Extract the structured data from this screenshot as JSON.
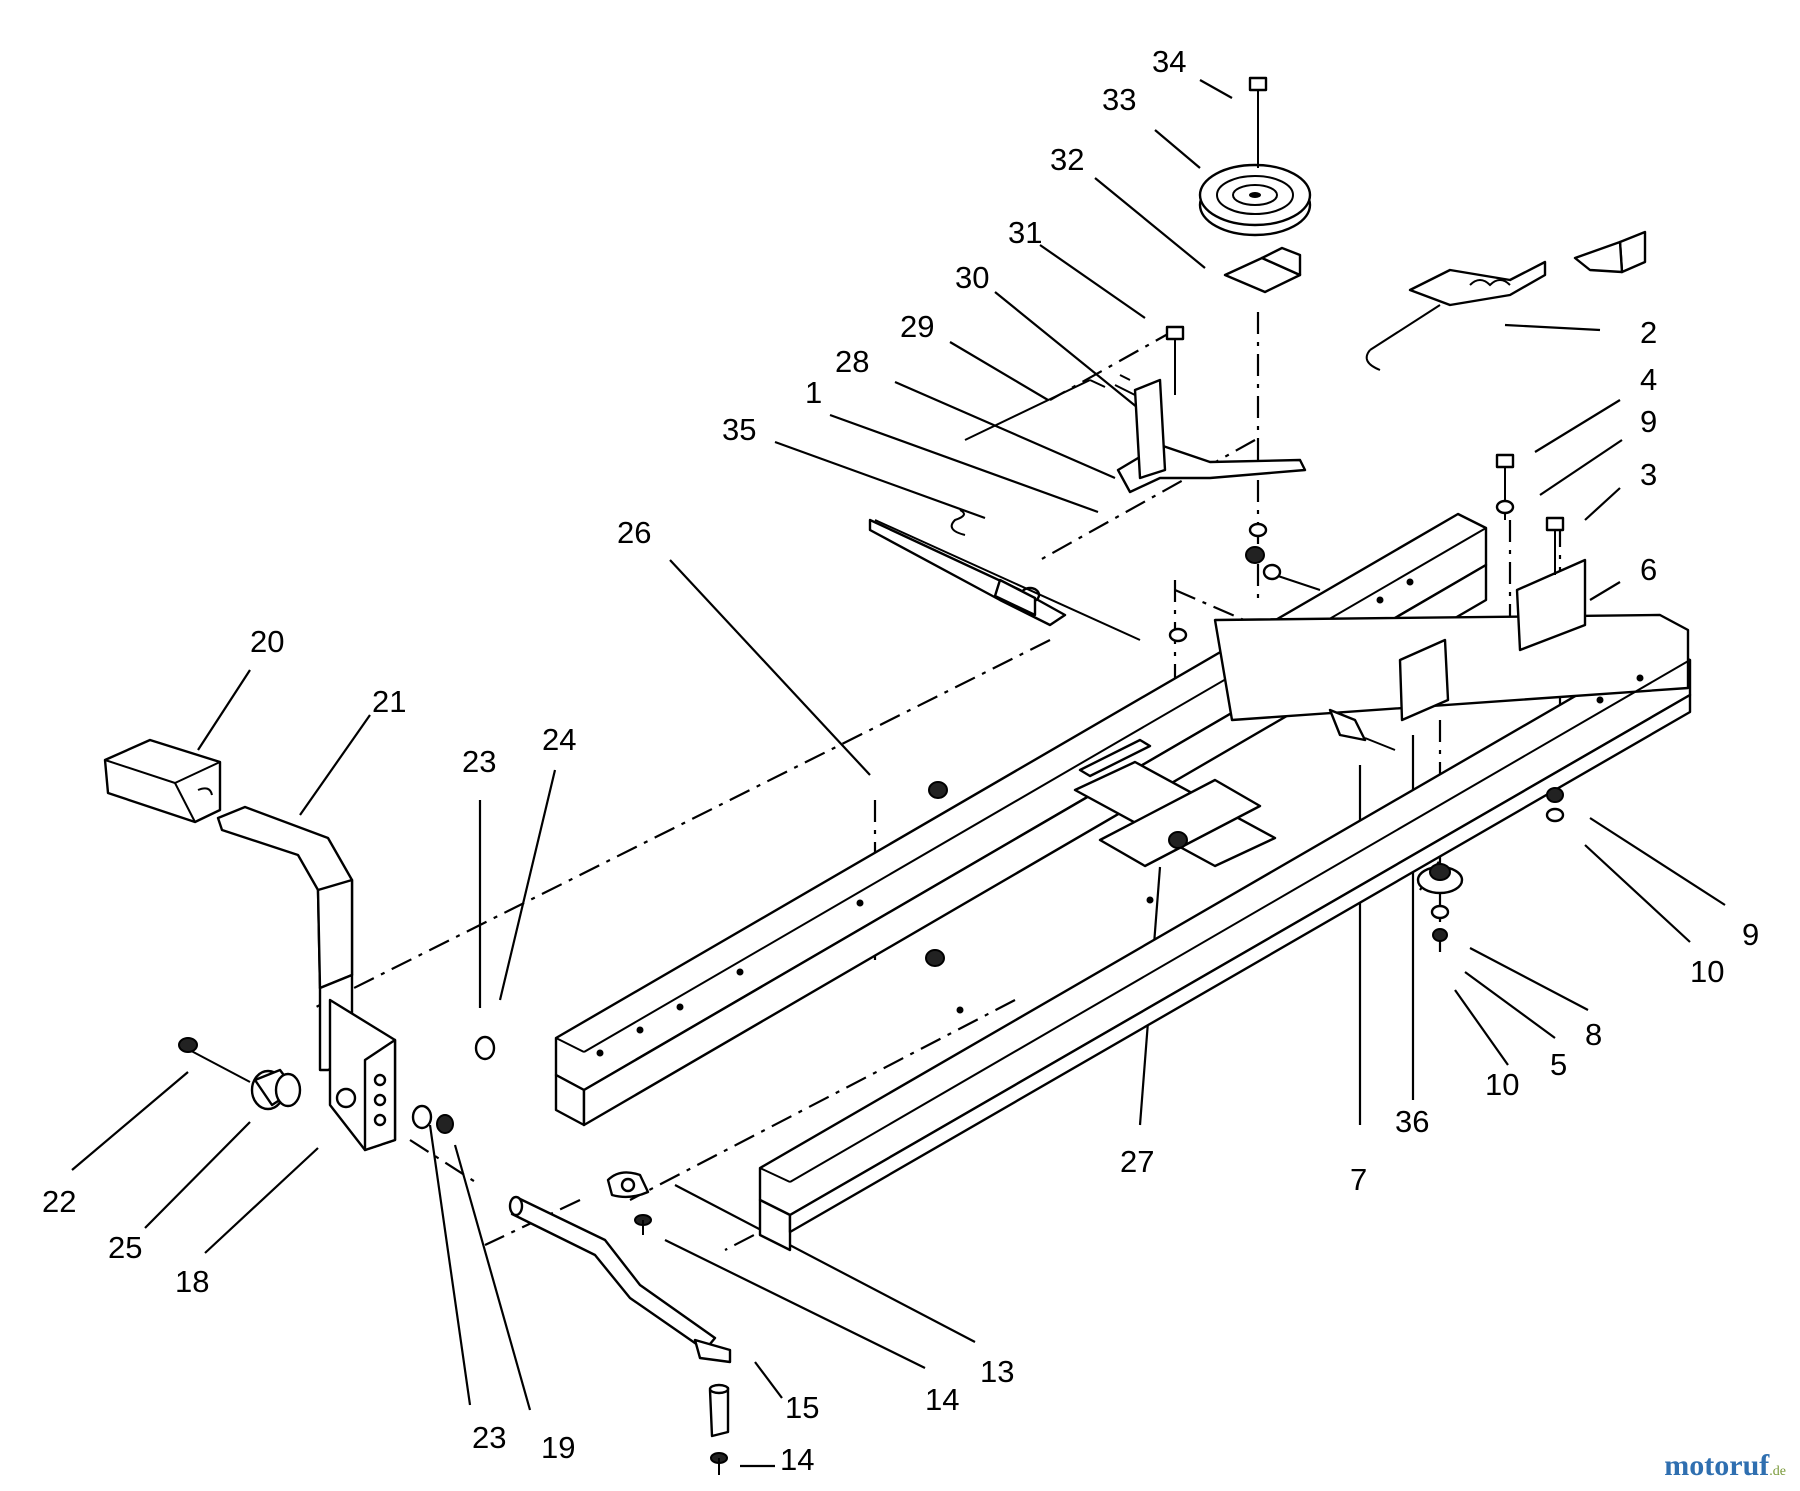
{
  "callouts": [
    {
      "id": "c34a",
      "label": "34"
    },
    {
      "id": "c33",
      "label": "33"
    },
    {
      "id": "c32",
      "label": "32"
    },
    {
      "id": "c31",
      "label": "31"
    },
    {
      "id": "c30",
      "label": "30"
    },
    {
      "id": "c29",
      "label": "29"
    },
    {
      "id": "c28",
      "label": "28"
    },
    {
      "id": "c1",
      "label": "1"
    },
    {
      "id": "c35",
      "label": "35"
    },
    {
      "id": "c26",
      "label": "26"
    },
    {
      "id": "c20",
      "label": "20"
    },
    {
      "id": "c21",
      "label": "21"
    },
    {
      "id": "c23a",
      "label": "23"
    },
    {
      "id": "c24",
      "label": "24"
    },
    {
      "id": "c2",
      "label": "2"
    },
    {
      "id": "c4",
      "label": "4"
    },
    {
      "id": "c9a",
      "label": "9"
    },
    {
      "id": "c3",
      "label": "3"
    },
    {
      "id": "c6",
      "label": "6"
    },
    {
      "id": "c9b",
      "label": "9"
    },
    {
      "id": "c10a",
      "label": "10"
    },
    {
      "id": "c8",
      "label": "8"
    },
    {
      "id": "c5",
      "label": "5"
    },
    {
      "id": "c10b",
      "label": "10"
    },
    {
      "id": "c36",
      "label": "36"
    },
    {
      "id": "c7",
      "label": "7"
    },
    {
      "id": "c27",
      "label": "27"
    },
    {
      "id": "c22",
      "label": "22"
    },
    {
      "id": "c25",
      "label": "25"
    },
    {
      "id": "c18",
      "label": "18"
    },
    {
      "id": "c23b",
      "label": "23"
    },
    {
      "id": "c19",
      "label": "19"
    },
    {
      "id": "c13",
      "label": "13"
    },
    {
      "id": "c14a",
      "label": "14"
    },
    {
      "id": "c15",
      "label": "15"
    },
    {
      "id": "c14b",
      "label": "14"
    }
  ],
  "watermark": {
    "main": "motoruf",
    "tld": ".de"
  }
}
